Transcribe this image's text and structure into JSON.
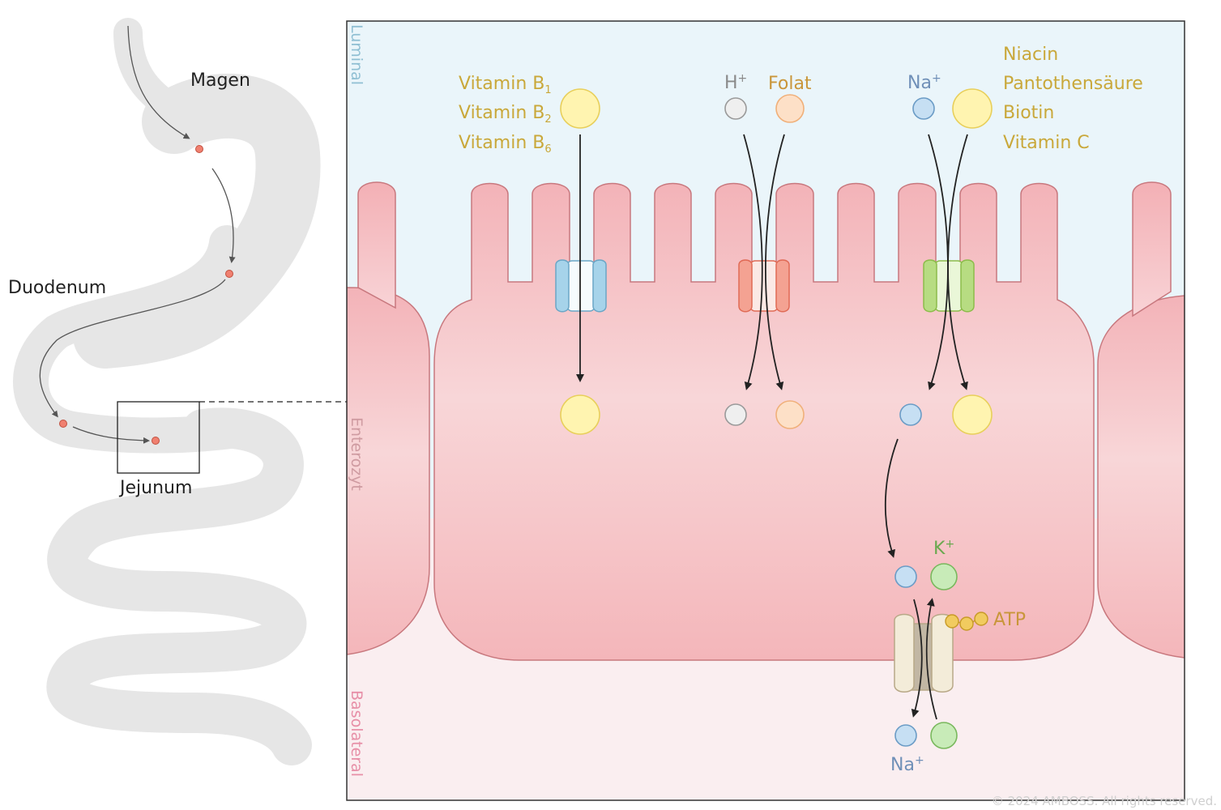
{
  "organ": {
    "stomach_label": "Magen",
    "duodenum_label": "Duodenum",
    "jejunum_label": "Jejunum"
  },
  "regions": {
    "luminal": "Luminal",
    "enterocyte": "Enterozyt",
    "basolateral": "Basolateral"
  },
  "group1": {
    "vitamins": [
      "Vitamin B",
      "Vitamin B",
      "Vitamin B"
    ],
    "subscripts": [
      "1",
      "2",
      "6"
    ]
  },
  "group2": {
    "proton": "H",
    "proton_charge": "+",
    "folate": "Folat"
  },
  "group3": {
    "sodium": "Na",
    "sodium_charge": "+",
    "vitamins": [
      "Niacin",
      "Pantothensäure",
      "Biotin",
      "Vitamin C"
    ]
  },
  "pump": {
    "potassium": "K",
    "potassium_charge": "+",
    "atp": "ATP",
    "sodium": "Na",
    "sodium_charge": "+"
  },
  "colors": {
    "vitamin_text": "#c9a83a",
    "sodium_text": "#7090b8",
    "proton_text": "#8a8a8a",
    "folate_text": "#c9963a",
    "potassium_text": "#6aa84f",
    "cell_fill": "#f4b8bc",
    "lumen_fill": "#eaf5fa",
    "basolateral_fill": "#faeef0"
  },
  "copyright": "© 2024 AMBOSS. All rights reserved."
}
